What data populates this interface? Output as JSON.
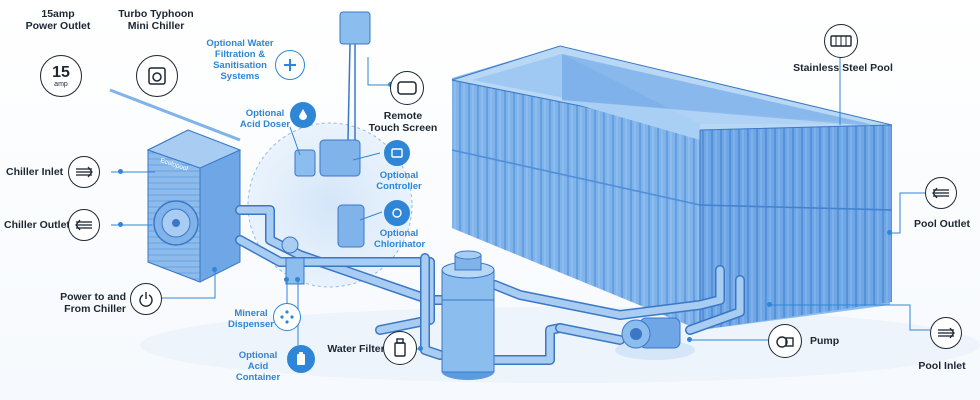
{
  "labels": {
    "power_outlet": "15amp\nPower Outlet",
    "power_outlet_value": "15",
    "power_outlet_unit": "amp",
    "chiller": "Turbo Typhoon\nMini Chiller",
    "filtration": "Optional Water\nFiltration &\nSanitisation\nSystems",
    "acid_doser": "Optional\nAcid Doser",
    "remote": "Remote\nTouch Screen",
    "controller": "Optional\nController",
    "chlorinator": "Optional\nChlorinator",
    "chiller_inlet": "Chiller Inlet",
    "chiller_outlet": "Chiller Outlet",
    "power_chiller": "Power to and\nFrom Chiller",
    "mineral": "Mineral\nDispenser",
    "acid_container": "Optional\nAcid Container",
    "water_filter": "Water Filter",
    "pump": "Pump",
    "stainless_pool": "Stainless Steel Pool",
    "pool_outlet": "Pool Outlet",
    "pool_inlet": "Pool Inlet",
    "chiller_brand": "Ecolopool"
  },
  "colors": {
    "accent": "#2f86d6",
    "ink": "#1b2733",
    "pool_light": "#a9cdf2",
    "pool_mid": "#7fb3ea",
    "pool_dark": "#5d9be0"
  }
}
